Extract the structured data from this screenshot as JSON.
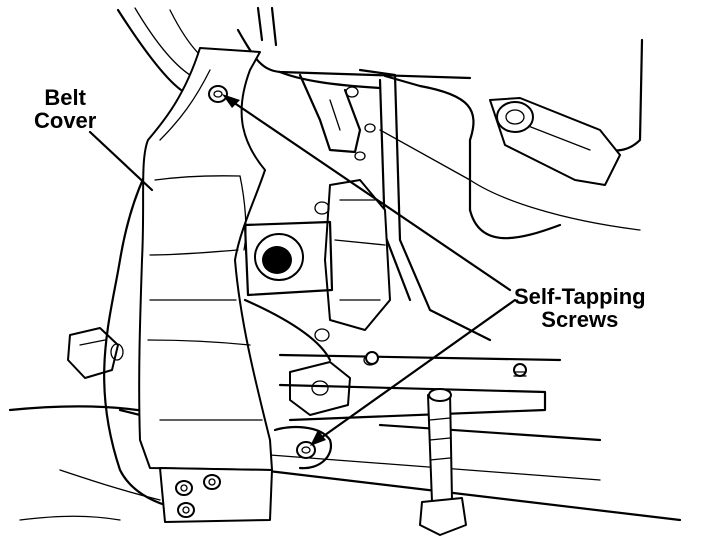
{
  "labels": {
    "belt_cover_line1": "Belt",
    "belt_cover_line2": "Cover",
    "screws_line1": "Self-Tapping",
    "screws_line2": "Screws"
  },
  "colors": {
    "ink": "#000000",
    "paper": "#ffffff"
  }
}
